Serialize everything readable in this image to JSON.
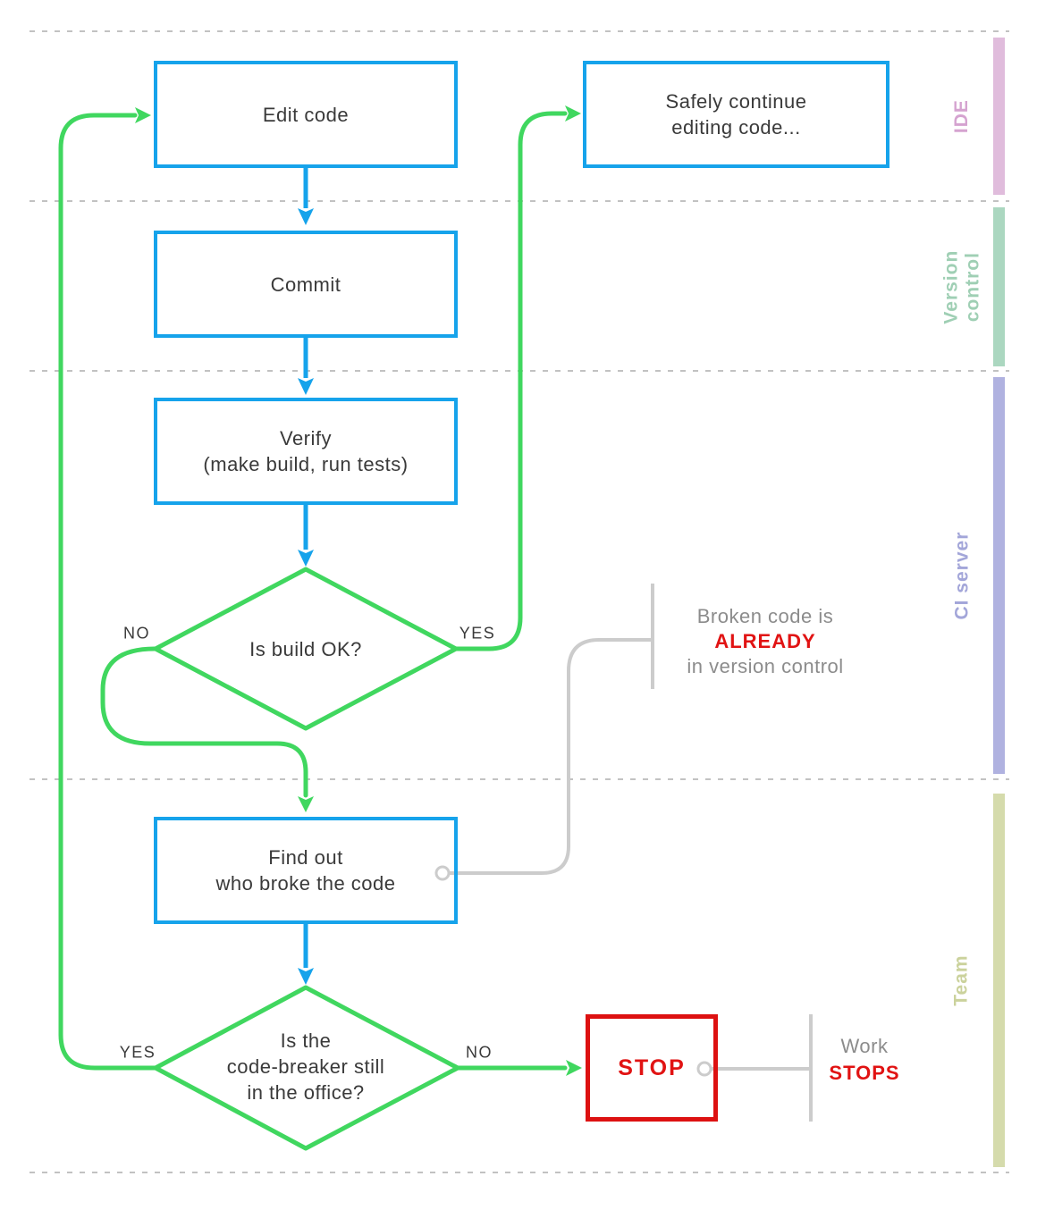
{
  "palette": {
    "box_blue": "#16a3eb",
    "flow_green": "#40d75f",
    "alert_red": "#e11313",
    "stop_border_red": "#dd1111",
    "connector_gray": "#cccccc",
    "text_dark": "#3a3a3a",
    "text_gray": "#8c8c8c",
    "lane_ide": "#e0bcdc",
    "lane_version_control": "#abd7c0",
    "lane_ci_server": "#b0b2e0",
    "lane_team": "#d5dbac"
  },
  "lanes": [
    {
      "label": "IDE"
    },
    {
      "label": "Version\ncontrol"
    },
    {
      "label": "CI server"
    },
    {
      "label": "Team"
    }
  ],
  "nodes": {
    "edit_code": {
      "label": "Edit code"
    },
    "safely_continue": {
      "lines": [
        "Safely continue",
        "editing code..."
      ]
    },
    "commit": {
      "label": "Commit"
    },
    "verify": {
      "lines": [
        "Verify",
        "(make build, run tests)"
      ]
    },
    "is_build_ok": {
      "label": "Is build OK?"
    },
    "find_out": {
      "lines": [
        "Find out",
        "who broke the code"
      ]
    },
    "code_breaker": {
      "lines": [
        "Is the",
        "code-breaker still",
        "in the office?"
      ]
    },
    "stop": {
      "label": "STOP"
    }
  },
  "edge_labels": {
    "build_no": "NO",
    "build_yes": "YES",
    "breaker_yes": "YES",
    "breaker_no": "NO"
  },
  "annotations": {
    "broken_code": {
      "pre": "Broken code is",
      "em": "ALREADY",
      "post": "in version control"
    },
    "work_stops": {
      "pre": "Work",
      "em": "STOPS"
    }
  }
}
